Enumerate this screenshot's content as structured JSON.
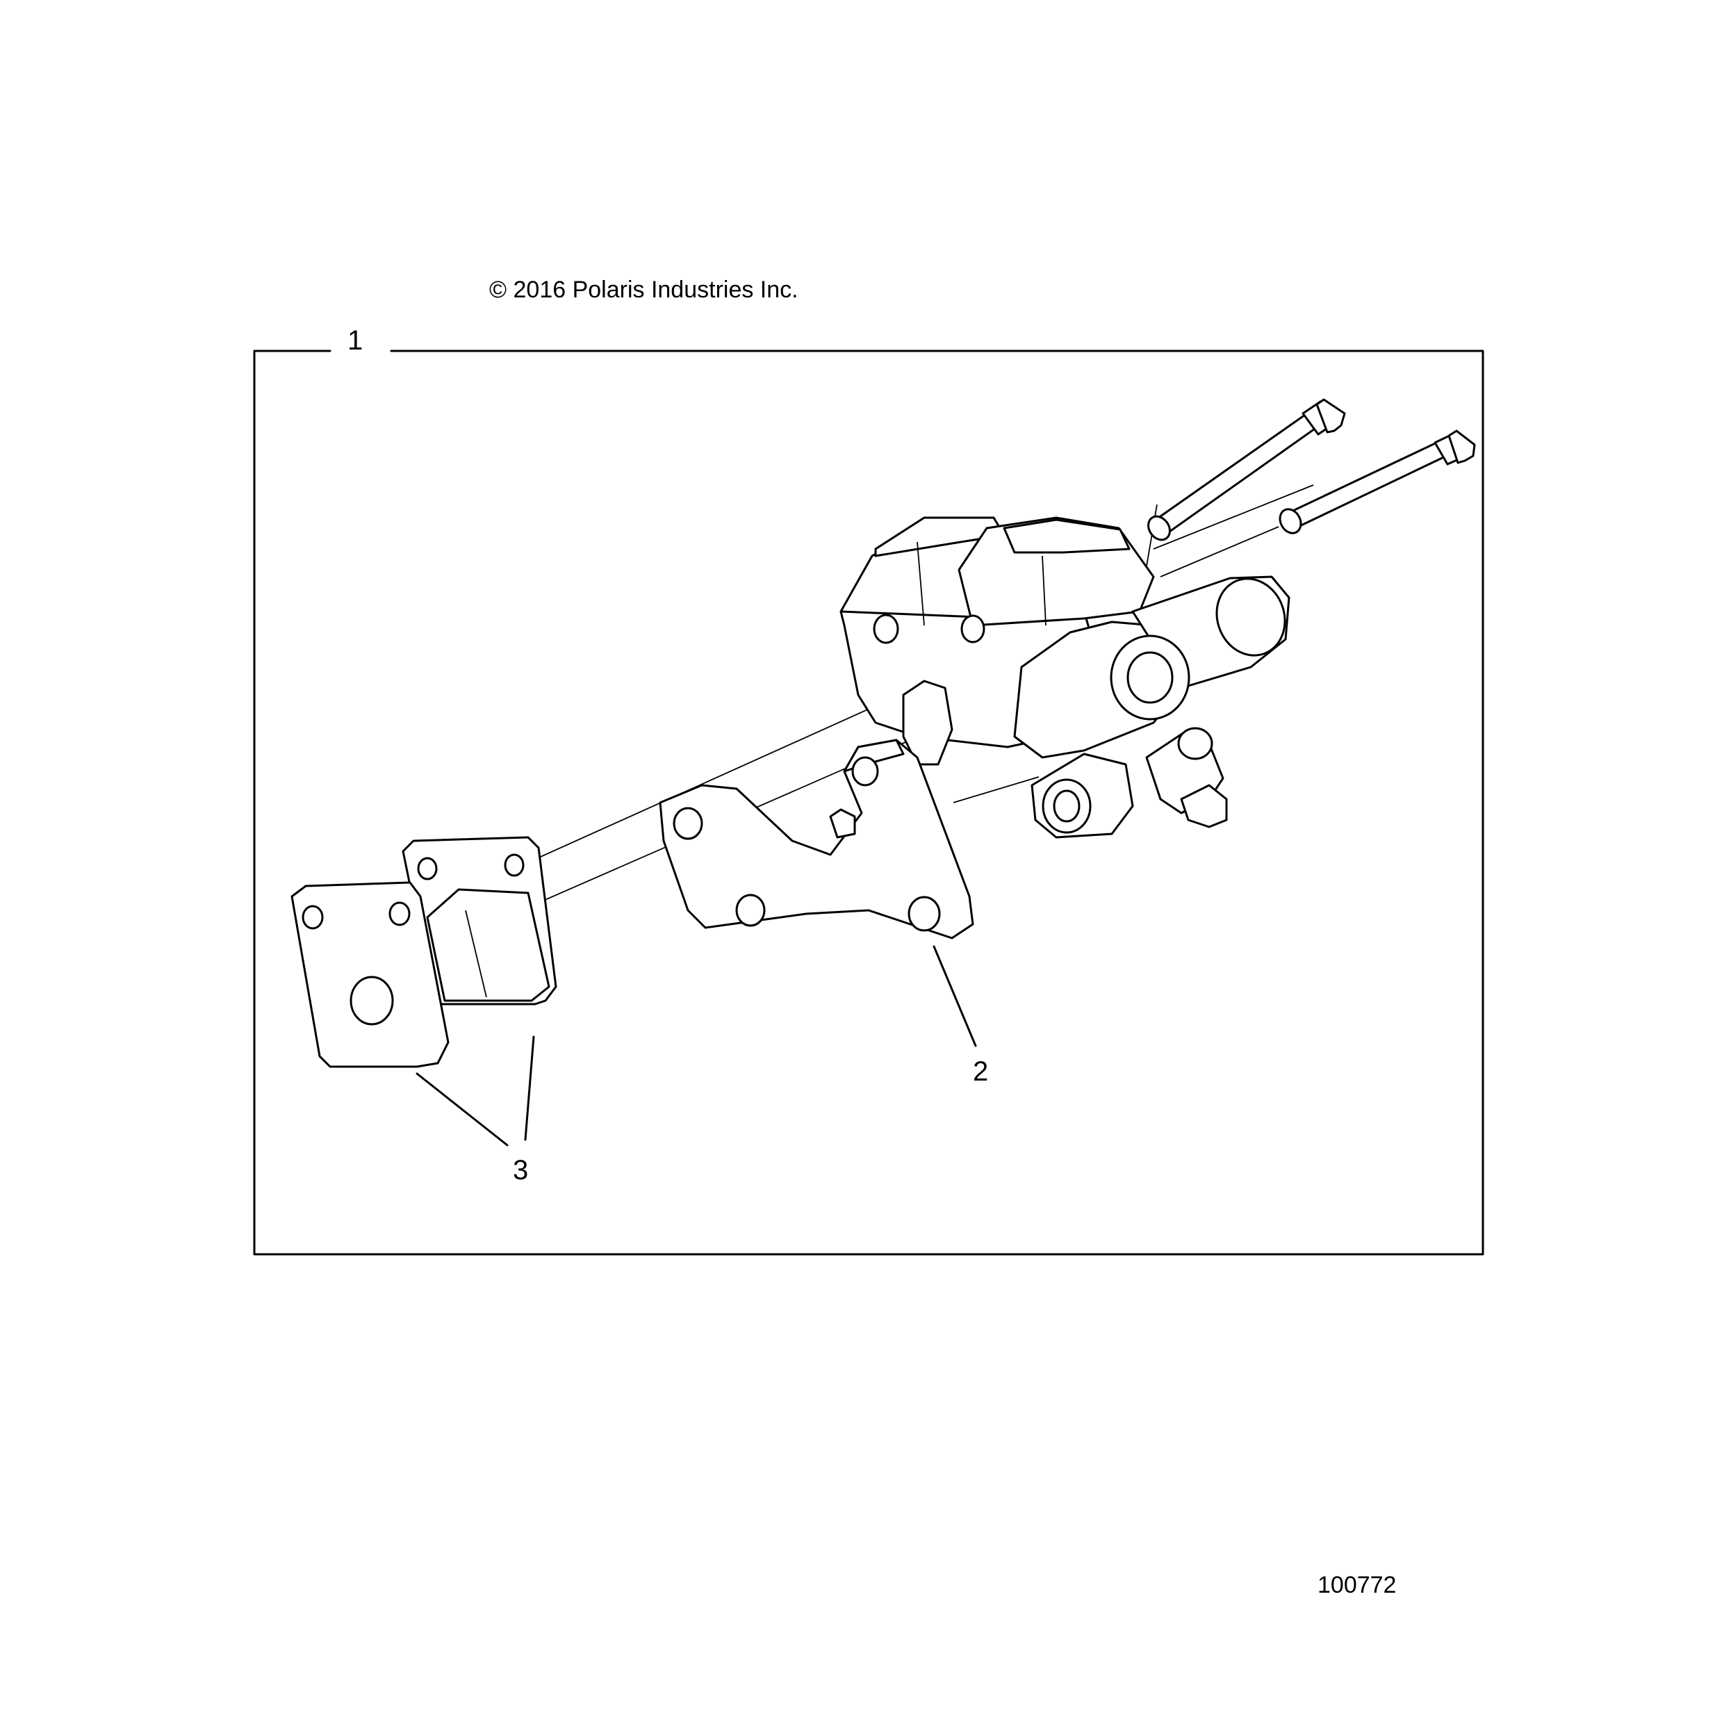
{
  "copyright": "© 2016 Polaris Industries Inc.",
  "figure_id": "100772",
  "callouts": {
    "assembly": "1",
    "bracket": "2",
    "brake_pads": "3"
  },
  "line_color": "#000000",
  "background_color": "#ffffff"
}
